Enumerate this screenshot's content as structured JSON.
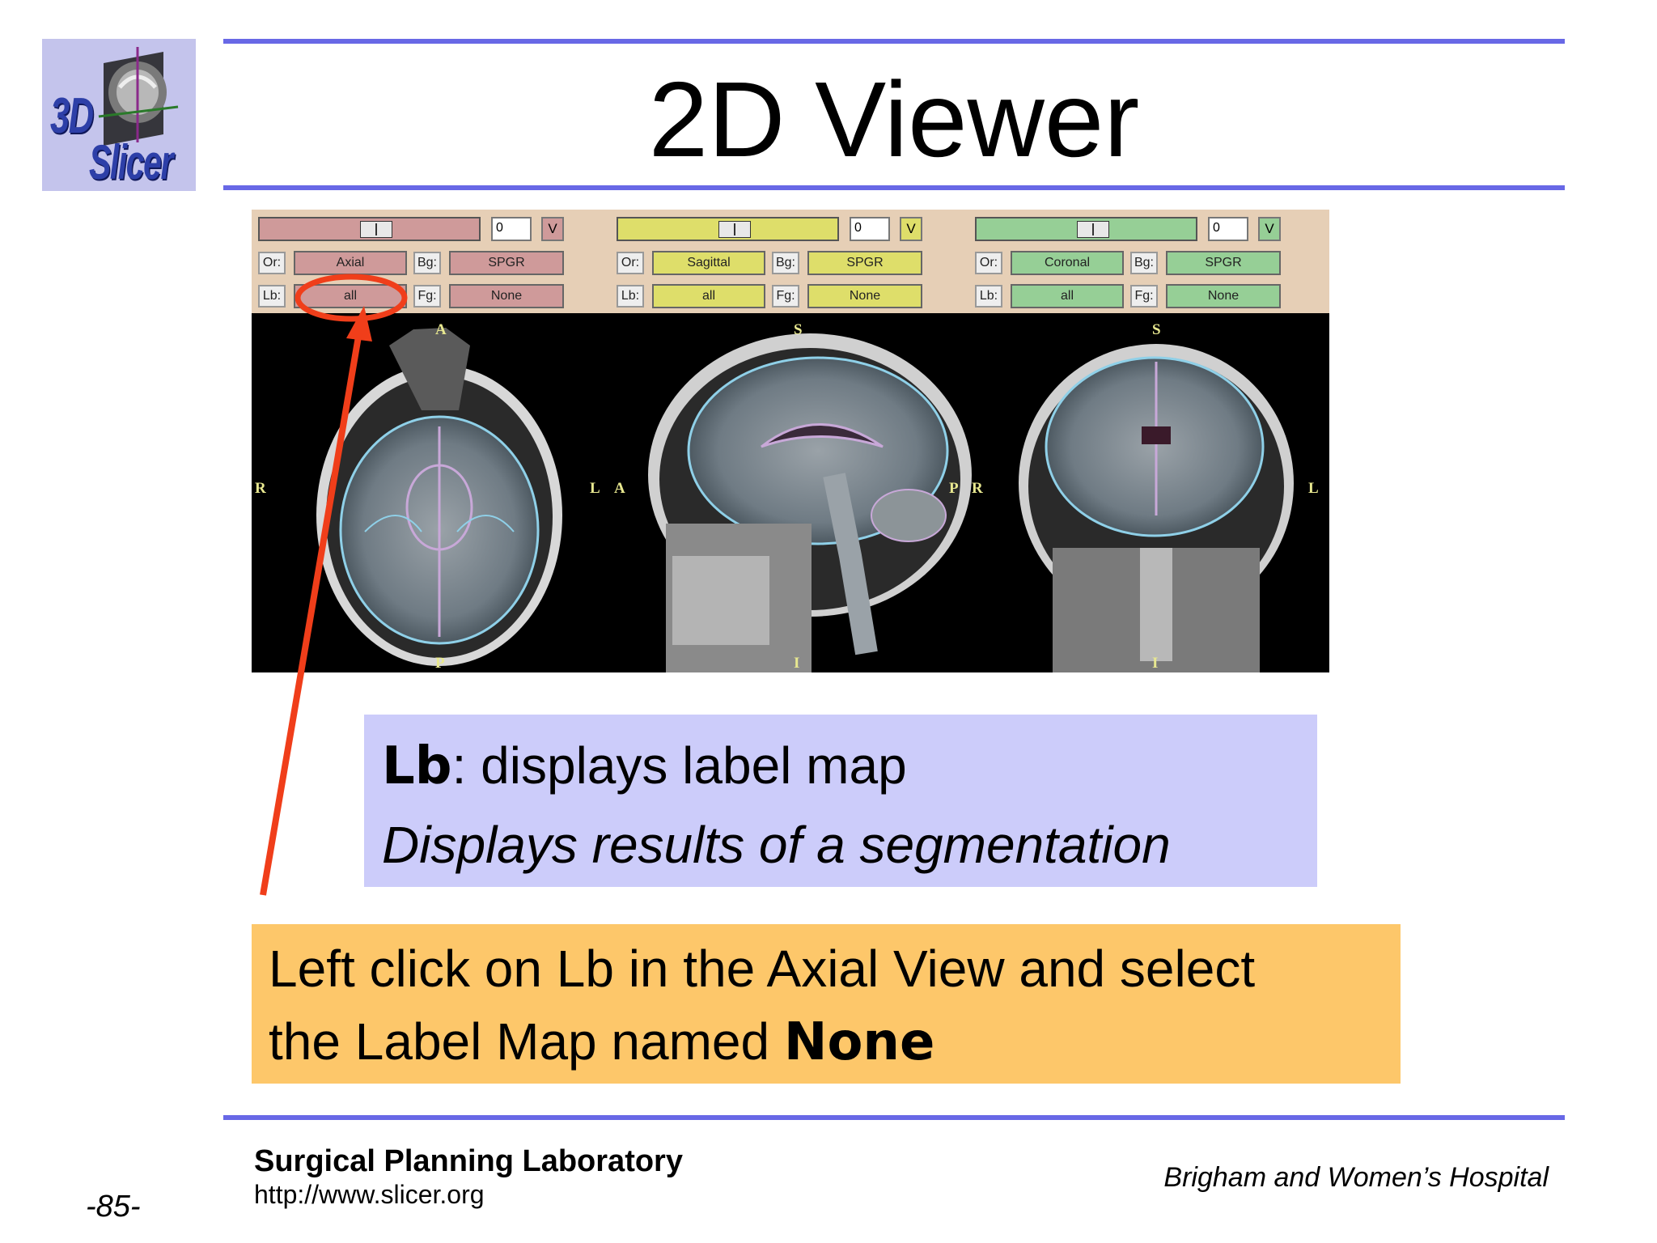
{
  "slide": {
    "title": "2D Viewer",
    "page_number": "-85-"
  },
  "logo": {
    "text_top": "3D",
    "text_bottom": "Slicer"
  },
  "viewer": {
    "panels": [
      {
        "name": "axial",
        "color": "#cf9a9a",
        "slider_value": "0",
        "visibility_label": "V",
        "or_label": "Or:",
        "orientation": "Axial",
        "bg_label": "Bg:",
        "background": "SPGR",
        "lb_label": "Lb:",
        "label_map": "all",
        "fg_label": "Fg:",
        "foreground": "None",
        "markers": {
          "top": "A",
          "bottom": "P",
          "left": "R",
          "right": "L"
        }
      },
      {
        "name": "sagittal",
        "color": "#dede6a",
        "slider_value": "0",
        "visibility_label": "V",
        "or_label": "Or:",
        "orientation": "Sagittal",
        "bg_label": "Bg:",
        "background": "SPGR",
        "lb_label": "Lb:",
        "label_map": "all",
        "fg_label": "Fg:",
        "foreground": "None",
        "markers": {
          "top": "S",
          "bottom": "I",
          "left": "A",
          "right": "P"
        }
      },
      {
        "name": "coronal",
        "color": "#96cf96",
        "slider_value": "0",
        "visibility_label": "V",
        "or_label": "Or:",
        "orientation": "Coronal",
        "bg_label": "Bg:",
        "background": "SPGR",
        "lb_label": "Lb:",
        "label_map": "all",
        "fg_label": "Fg:",
        "foreground": "None",
        "markers": {
          "top": "S",
          "bottom": "I",
          "left": "R",
          "right": "L"
        }
      }
    ],
    "highlight_color": "#f03e1a"
  },
  "lb_box": {
    "term": "Lb",
    "definition": ": displays label map",
    "note": "Displays results of a segmentation"
  },
  "instruction": {
    "line1": "Left click on Lb in the Axial View and select",
    "line2_prefix": "the Label Map named ",
    "line2_bold": "None"
  },
  "footer": {
    "lab_name": "Surgical Planning Laboratory",
    "url": "http://www.slicer.org",
    "hospital": "Brigham and Women’s Hospital"
  }
}
